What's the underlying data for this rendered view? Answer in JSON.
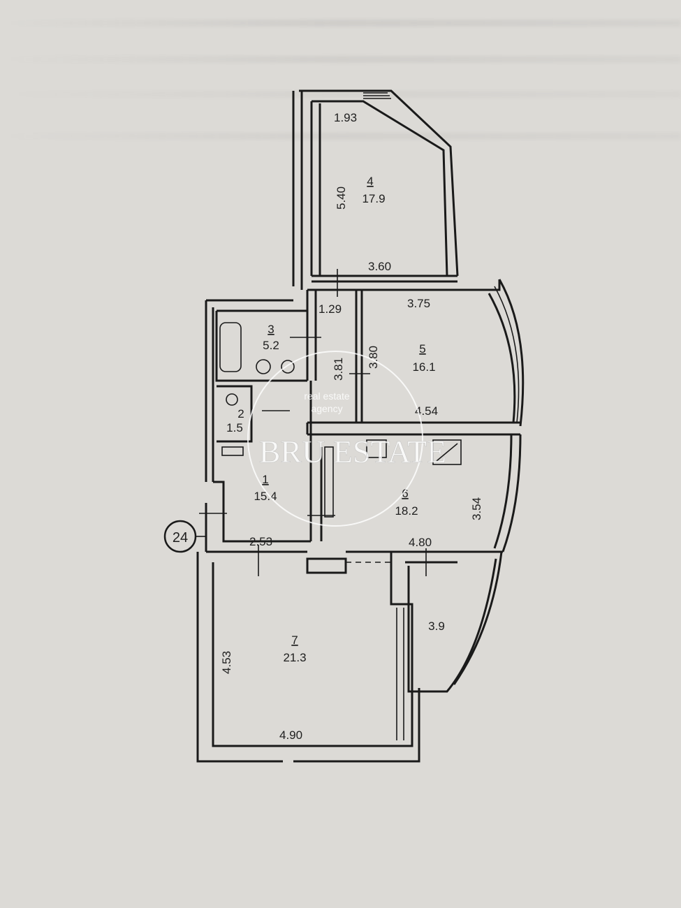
{
  "plan": {
    "apartment_number": "24",
    "rooms": [
      {
        "number": "1",
        "area": "15.4"
      },
      {
        "number": "2",
        "area": "1.5"
      },
      {
        "number": "3",
        "area": "5.2"
      },
      {
        "number": "4",
        "area": "17.9"
      },
      {
        "number": "5",
        "area": "16.1"
      },
      {
        "number": "6",
        "area": "18.2"
      },
      {
        "number": "7",
        "area": "21.3"
      },
      {
        "number": "",
        "area": "3.9"
      }
    ],
    "dimensions": {
      "r4_top": "1.93",
      "r4_side": "5.40",
      "r4_bottom": "3.60",
      "corridor_width": "1.29",
      "corridor_length": "3.81",
      "r5_top": "3.75",
      "r5_side": "3.80",
      "r5_bottom": "4.54",
      "r6_side": "3.54",
      "r6_bottom": "4.80",
      "r1_bottom": "2.53",
      "r7_side": "4.53",
      "r7_bottom": "4.90"
    }
  },
  "watermark": {
    "brand": "BRU ESTATE",
    "tagline_1": "real estate",
    "tagline_2": "agency"
  }
}
